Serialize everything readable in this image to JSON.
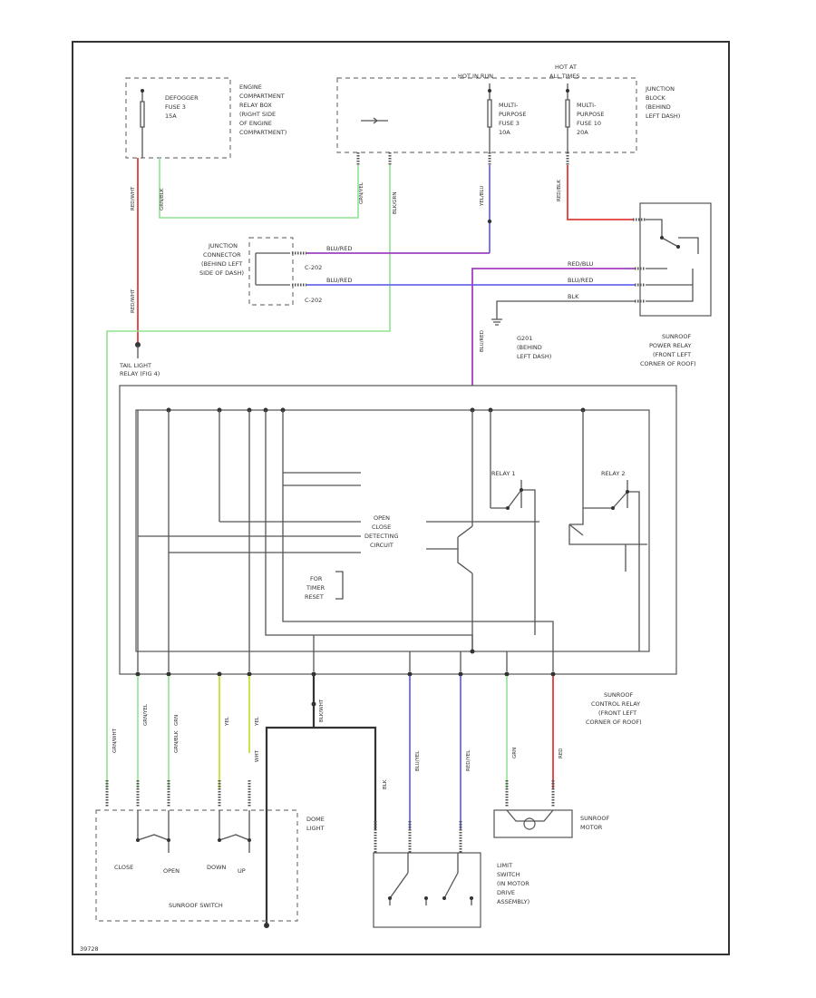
{
  "labels": {
    "defogger_fuse": [
      "DEFOGGER",
      "FUSE 3",
      "15A"
    ],
    "engine_relay_box": [
      "ENGINE",
      "COMPARTMENT",
      "RELAY BOX",
      "(RIGHT SIDE",
      "OF ENGINE",
      "COMPARTMENT)"
    ],
    "hot_run": "HOT IN RUN",
    "hot_all_times": [
      "HOT AT",
      "ALL TIMES"
    ],
    "multi_fuse_3": [
      "MULTI-",
      "PURPOSE",
      "FUSE 3",
      "10A"
    ],
    "multi_fuse_10": [
      "MULTI-",
      "PURPOSE",
      "FUSE 10",
      "20A"
    ],
    "junction_block": [
      "JUNCTION",
      "BLOCK",
      "(BEHIND",
      "LEFT DASH)"
    ],
    "junction_connector": [
      "JUNCTION",
      "CONNECTOR",
      "(BEHIND LEFT",
      "SIDE OF DASH)"
    ],
    "c202a": "C-202",
    "c202b": "C-202",
    "g201": [
      "G201",
      "(BEHIND",
      "LEFT DASH)"
    ],
    "sunroof_power_relay": [
      "SUNROOF",
      "POWER RELAY",
      "(FRONT LEFT",
      "CORNER OF ROOF)"
    ],
    "tail_light_relay": [
      "TAIL LIGHT",
      "RELAY (FIG 4)"
    ],
    "relay_1": "RELAY 1",
    "relay_2": "RELAY 2",
    "detecting_circuit": [
      "OPEN",
      "CLOSE",
      "DETECTING",
      "CIRCUIT"
    ],
    "timer_reset": [
      "FOR",
      "TIMER",
      "RESET"
    ],
    "control_relay": [
      "SUNROOF",
      "CONTROL RELAY",
      "(FRONT LEFT",
      "CORNER OF ROOF)"
    ],
    "dome_light": [
      "DOME",
      "LIGHT"
    ],
    "switch_positions": [
      "CLOSE",
      "OPEN",
      "DOWN",
      "UP"
    ],
    "sunroof_switch": "SUNROOF SWITCH",
    "sunroof_motor": [
      "SUNROOF",
      "MOTOR"
    ],
    "limit_switch": [
      "LIMIT",
      "SWITCH",
      "(IN MOTOR",
      "DRIVE",
      "ASSEMBLY)"
    ],
    "wire_colors": {
      "red_wht": "RED/WHT",
      "grn_blk": "GRN/BLK",
      "grn_yel": "GRN/YEL",
      "blk_grn": "BLK/GRN",
      "yel_blu": "YEL/BLU",
      "red_blk": "RED/BLK",
      "blu_red": "BLU/RED",
      "red_blu": "RED/BLU",
      "blk": "BLK",
      "red_yel": "RED/YEL",
      "blu_yel": "BLU/YEL",
      "grn": "GRN",
      "grn_wht": "GRN/WHT",
      "red": "RED",
      "wht": "WHT",
      "yel": "YEL",
      "grn_blk_box": "GRN/BLK",
      "blk_wht": "BLK/WHT"
    },
    "footer_code": "39728"
  },
  "colors": {
    "green_wire": "#8fe38f",
    "red_wire": "#e23b3b",
    "blue_wire": "#6a6af0",
    "purple_wire": "#a040c0",
    "yellow_green_wire": "#c8e030"
  }
}
